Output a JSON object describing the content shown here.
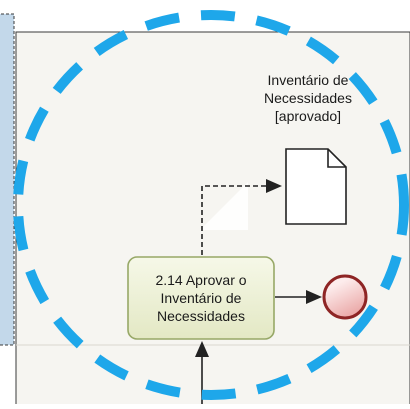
{
  "diagram": {
    "document": {
      "label_lines": [
        "Inventário de",
        "Necessidades",
        "[aprovado]"
      ]
    },
    "task": {
      "label_lines": [
        "2.14 Aprovar o",
        "Inventário de",
        "Necessidades"
      ]
    },
    "colors": {
      "highlight": "#1ea7ea",
      "lane_fill": "#f6f5f1",
      "left_pool_fill": "#c3d8ea",
      "task_fill": "#eef1da",
      "task_border": "#97a867",
      "end_event_fill": "#f3c5c4",
      "end_event_border": "#8e2525"
    },
    "icons": {
      "document": "document-icon",
      "end_event": "end-event-icon"
    }
  }
}
